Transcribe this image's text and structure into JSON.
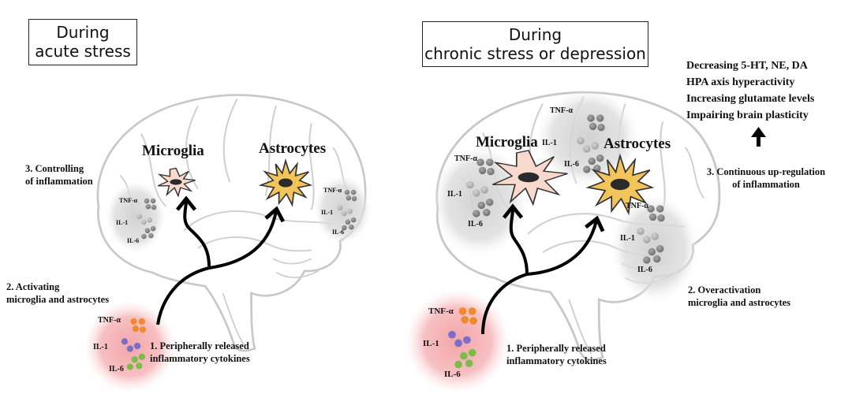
{
  "panels": {
    "acute": {
      "title_line1": "During",
      "title_line2": "acute stress",
      "microglia_label": "Microglia",
      "astrocytes_label": "Astrocytes",
      "step3": [
        "3. Controlling",
        "of inflammation"
      ],
      "step2": [
        "2. Activating",
        "microglia and astrocytes"
      ],
      "step1": [
        "1. Peripherally released",
        "inflammatory cytokines"
      ],
      "brain_cytokines": [
        "TNF-α",
        "IL-1",
        "IL-6"
      ],
      "peripheral_cytokines": [
        "TNF-α",
        "IL-1",
        "IL-6"
      ]
    },
    "chronic": {
      "title_line1": "During",
      "title_line2": "chronic stress or depression",
      "microglia_label": "Microglia",
      "astrocytes_label": "Astrocytes",
      "step3": [
        "3. Continuous up-regulation",
        "of inflammation"
      ],
      "step2": [
        "2. Overactivation",
        "microglia and astrocytes"
      ],
      "step1": [
        "1. Peripherally released",
        "inflammatory cytokines"
      ],
      "brain_cytokines": [
        "TNF-α",
        "IL-1",
        "IL-6"
      ],
      "peripheral_cytokines": [
        "TNF-α",
        "IL-1",
        "IL-6"
      ],
      "effects": [
        "Decreasing 5-HT, NE, DA",
        "HPA axis hyperactivity",
        "Increasing glutamate levels",
        "Impairing  brain  plasticity"
      ]
    }
  },
  "colors": {
    "microglia_fill": "#f8d9cc",
    "astrocyte_fill": "#f2c55a",
    "nucleus": "#2a2a2a",
    "tnf_peripheral": "#ef8a2e",
    "il1_peripheral": "#7a6fc8",
    "il6_peripheral": "#7cbd4a",
    "brain_outline": "#c8c8c8",
    "cytokine_grey": "#808080",
    "inflammation_glow": "#f4a3a6"
  }
}
